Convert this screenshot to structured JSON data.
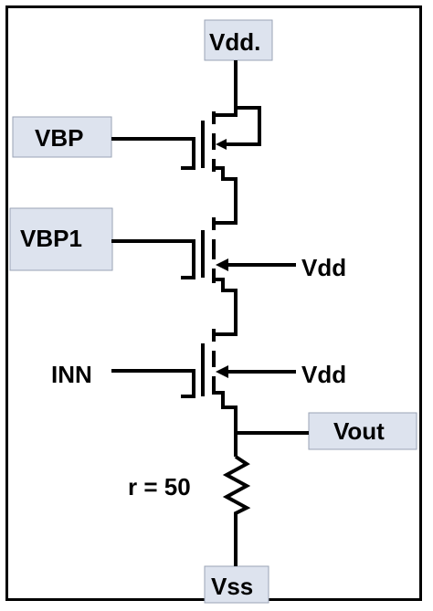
{
  "nodes": {
    "vdd_top": "Vdd.",
    "vbp": "VBP",
    "vbp1": "VBP1",
    "vdd_mid": "Vdd",
    "inn": "INN",
    "vdd_low": "Vdd",
    "vout": "Vout",
    "resistor": "r = 50",
    "vss": "Vss"
  },
  "colors": {
    "label_box_fill": "#dde3ee",
    "wire": "#000000"
  }
}
